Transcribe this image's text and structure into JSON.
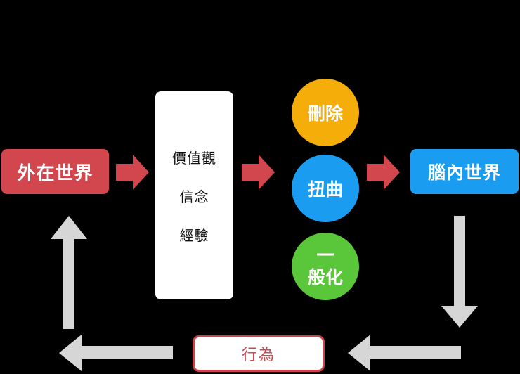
{
  "diagram": {
    "outer_world": "外在世界",
    "filters": [
      "價值觀",
      "信念",
      "經驗"
    ],
    "processes": {
      "delete": "刪除",
      "distort": "扭曲",
      "generalize_line1": "一",
      "generalize_line2": "般化"
    },
    "inner_world": "腦內世界",
    "behavior": "行為"
  },
  "colors": {
    "background": "#000000",
    "red": "#d2474d",
    "orange": "#f5ad0a",
    "blue": "#1a9df1",
    "green": "#5ac63a",
    "gray_arrow": "#d6d6d6",
    "white": "#ffffff"
  }
}
